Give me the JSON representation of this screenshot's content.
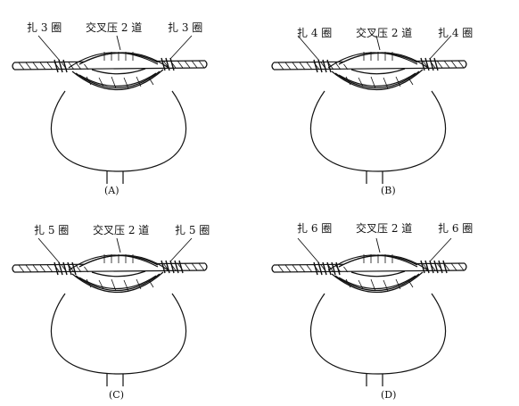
{
  "colors": {
    "line": "#111111",
    "background": "#ffffff"
  },
  "panels": [
    {
      "caption": "(A)",
      "left_label": "扎 3 圈",
      "middle_label": "交叉压 2 道",
      "right_label": "扎 3 圈",
      "wraps": 3
    },
    {
      "caption": "(B)",
      "left_label": "扎 4 圈",
      "middle_label": "交叉压 2 道",
      "right_label": "扎 4 圈",
      "wraps": 4
    },
    {
      "caption": "(C)",
      "left_label": "扎 5 圈",
      "middle_label": "交叉压 2 道",
      "right_label": "扎 5 圈",
      "wraps": 5
    },
    {
      "caption": "(D)",
      "left_label": "扎 6 圈",
      "middle_label": "交叉压 2 道",
      "right_label": "扎 6 圈",
      "wraps": 6
    }
  ]
}
